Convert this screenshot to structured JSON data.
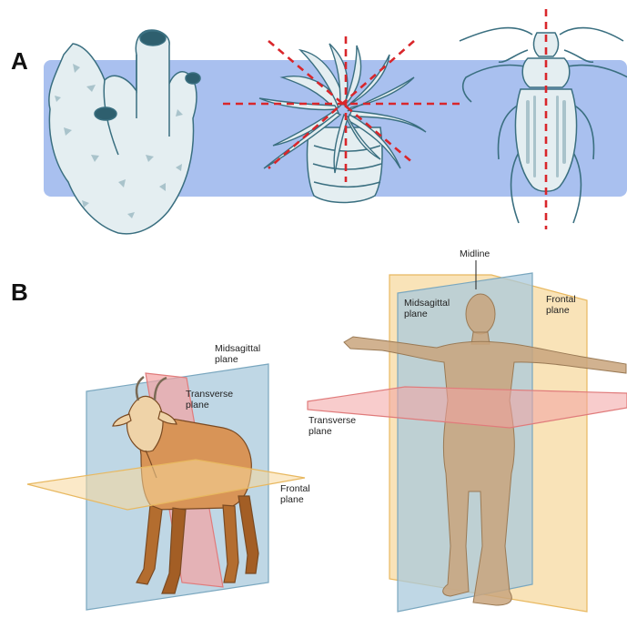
{
  "panel_a": {
    "letter": "A"
  },
  "panel_b": {
    "letter": "B",
    "goat_labels": {
      "midsagittal": [
        "Midsagittal",
        "plane"
      ],
      "transverse": [
        "Transverse",
        "plane"
      ],
      "frontal": [
        "Frontal",
        "plane"
      ]
    },
    "human_labels": {
      "midline": "Midline",
      "midsagittal": [
        "Midsagittal",
        "plane"
      ],
      "frontal": [
        "Frontal",
        "plane"
      ],
      "transverse": [
        "Transverse",
        "plane"
      ]
    }
  },
  "colors": {
    "band_blue": "#a9c0ef",
    "symmetry_line": "#d9262b",
    "sagittal_plane": "#a9c9dc",
    "transverse_plane": "#f3a3a3",
    "frontal_plane": "#f7d79a",
    "animal_outline": "#3a6f80",
    "animal_fill": "#e6eef1"
  }
}
